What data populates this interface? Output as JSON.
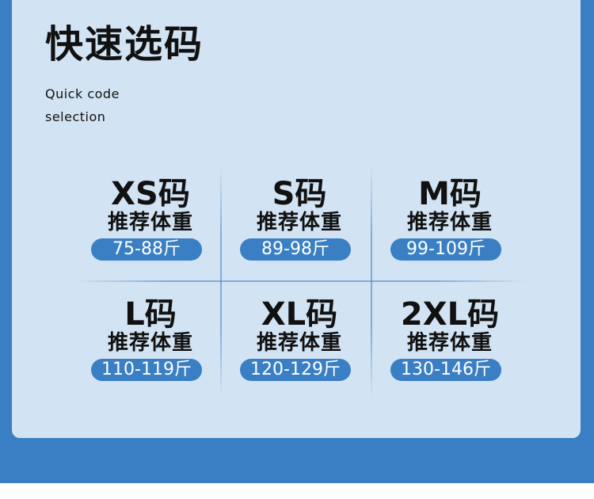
{
  "header": {
    "title": "快速选码",
    "subtitle": "Quick code selection"
  },
  "sizes": [
    {
      "size": "XS码",
      "label": "推荐体重",
      "range": "75-88斤"
    },
    {
      "size": "S码",
      "label": "推荐体重",
      "range": "89-98斤"
    },
    {
      "size": "M码",
      "label": "推荐体重",
      "range": "99-109斤"
    },
    {
      "size": "L码",
      "label": "推荐体重",
      "range": "110-119斤"
    },
    {
      "size": "XL码",
      "label": "推荐体重",
      "range": "120-129斤"
    },
    {
      "size": "2XL码",
      "label": "推荐体重",
      "range": "130-146斤"
    }
  ],
  "colors": {
    "accent": "#3a7fc4",
    "panel": "#d2e3f3",
    "text": "#111111"
  }
}
